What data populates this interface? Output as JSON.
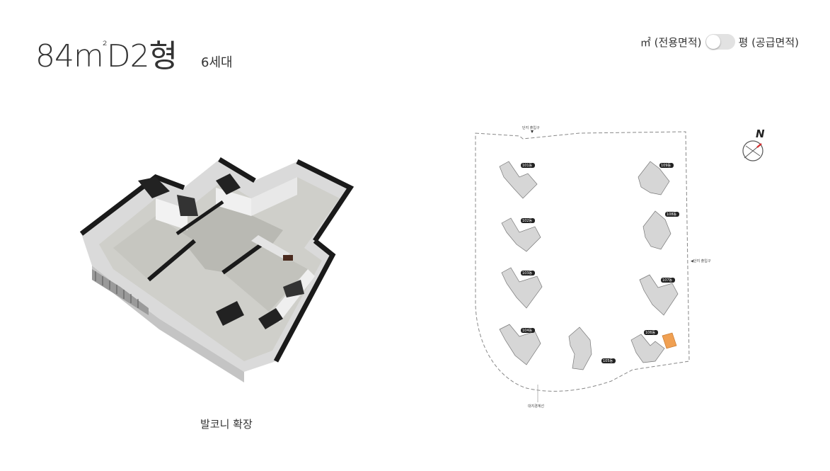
{
  "header": {
    "title_main": "84m",
    "title_unit_sup": "²",
    "title_suffix": "D2형",
    "household_count": "6세대"
  },
  "unit_toggle": {
    "left_label": "㎡ (전용면적)",
    "right_label": "평 (공급면적)",
    "state": "off"
  },
  "floorplan": {
    "caption": "발코니 확장"
  },
  "siteplan": {
    "top_entrance": "단지 출입구",
    "right_entrance": "◀단지 출입구",
    "boundary_label": "대지경계선",
    "buildings": [
      "101동",
      "102동",
      "103동",
      "104동",
      "105동",
      "106동",
      "107동",
      "108동",
      "109동"
    ],
    "highlight_building": "106동",
    "highlight_color": "#f0a052"
  },
  "compass": {
    "north_label": "N"
  }
}
